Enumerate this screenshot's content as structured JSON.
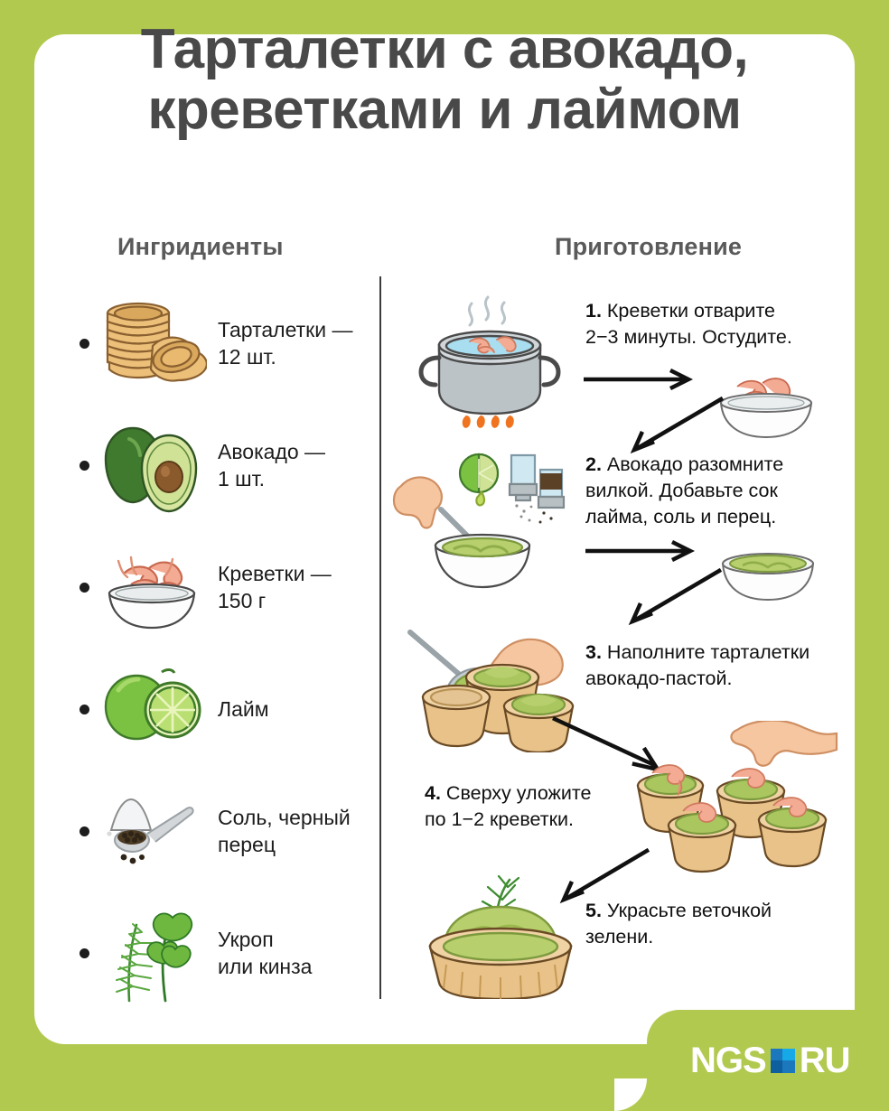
{
  "title": {
    "line1": "Тарталетки с авокадо,",
    "line2": "креветками и лаймом"
  },
  "headers": {
    "ingredients": "Ингридиенты",
    "steps": "Приготовление"
  },
  "ingredients": [
    {
      "icon": "tartlets-icon",
      "label": "Тарталетки —\n12 шт."
    },
    {
      "icon": "avocado-icon",
      "label": "Авокадо —\n1 шт."
    },
    {
      "icon": "shrimp-bowl-icon",
      "label": "Креветки —\n150 г"
    },
    {
      "icon": "lime-icon",
      "label": "Лайм"
    },
    {
      "icon": "salt-pepper-icon",
      "label": "Соль, черный\nперец"
    },
    {
      "icon": "herbs-icon",
      "label": "Укроп\nили кинза"
    }
  ],
  "steps": [
    {
      "num": "1.",
      "text": " Креветки отварите\n2−3 минуты. Остудите."
    },
    {
      "num": "2.",
      "text": " Авокадо разомните\nвилкой. Добавьте сок\nлайма, соль и перец."
    },
    {
      "num": "3.",
      "text": " Наполните тарталетки\nавокадо-пастой."
    },
    {
      "num": "4.",
      "text": " Сверху уложите\nпо 1−2 креветки."
    },
    {
      "num": "5.",
      "text": " Украсьте веточкой\nзелени."
    }
  ],
  "logo": {
    "name": "NGS",
    "domain": "RU",
    "square_colors": [
      "#1b78bd",
      "#16a9e8",
      "#0d5f9e",
      "#1b78bd"
    ]
  },
  "colors": {
    "frame_green": "#b2c94f",
    "card_white": "#ffffff",
    "title_gray": "#494949",
    "header_gray": "#5a5a5a",
    "text_black": "#101010",
    "avocado_green": "#8fb35a",
    "shrimp_pink": "#f0a48c",
    "tartlet_tan": "#e2b271",
    "lime_green": "#7cc242"
  }
}
